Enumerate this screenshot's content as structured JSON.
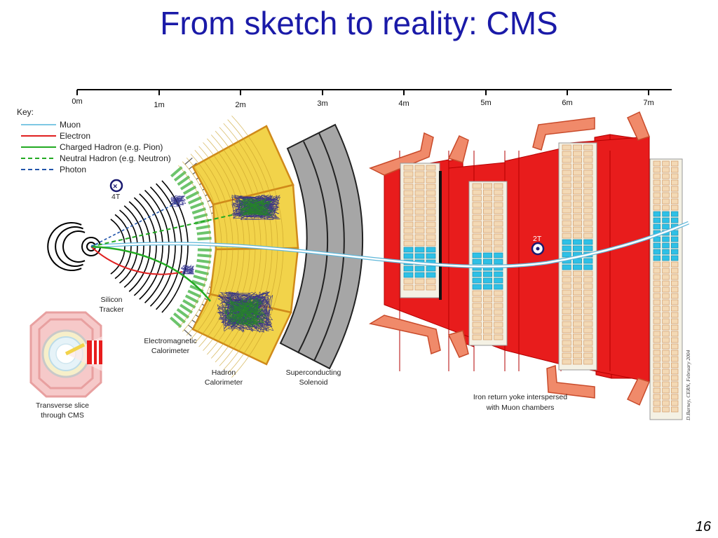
{
  "slide": {
    "title": "From sketch to reality: CMS",
    "page_number": "16"
  },
  "scale": {
    "ticks": [
      "0m",
      "1m",
      "2m",
      "3m",
      "4m",
      "5m",
      "6m",
      "7m"
    ]
  },
  "key": {
    "heading": "Key:",
    "items": [
      {
        "label": "Muon",
        "color": "#7ec8e3",
        "style": "solid"
      },
      {
        "label": "Electron",
        "color": "#e02020",
        "style": "solid"
      },
      {
        "label": "Charged Hadron (e.g. Pion)",
        "color": "#22aa22",
        "style": "solid"
      },
      {
        "label": "Neutral Hadron (e.g. Neutron)",
        "color": "#22aa22",
        "style": "dashed"
      },
      {
        "label": "Photon",
        "color": "#2255aa",
        "style": "dashed"
      }
    ]
  },
  "field": {
    "inner": "4T",
    "outer": "2T"
  },
  "labels": {
    "tracker": [
      "Silicon",
      "Tracker"
    ],
    "ecal": [
      "Electromagnetic",
      "Calorimeter"
    ],
    "hcal": [
      "Hadron",
      "Calorimeter"
    ],
    "solenoid": [
      "Superconducting",
      "Solenoid"
    ],
    "yoke": [
      "Iron return yoke interspersed",
      "with Muon chambers"
    ],
    "slice": [
      "Transverse slice",
      "through CMS"
    ],
    "credit": "D.Barney, CERN, February 2004"
  },
  "colors": {
    "title": "#1a1aa8",
    "yoke": "#e81c1c",
    "hcal": "#f2d34a",
    "ecal": "#9fd89f",
    "solenoid": "#a6a6a6",
    "muon_chamber": "#f3d9b5",
    "muon_highlight": "#2ec0e6"
  }
}
